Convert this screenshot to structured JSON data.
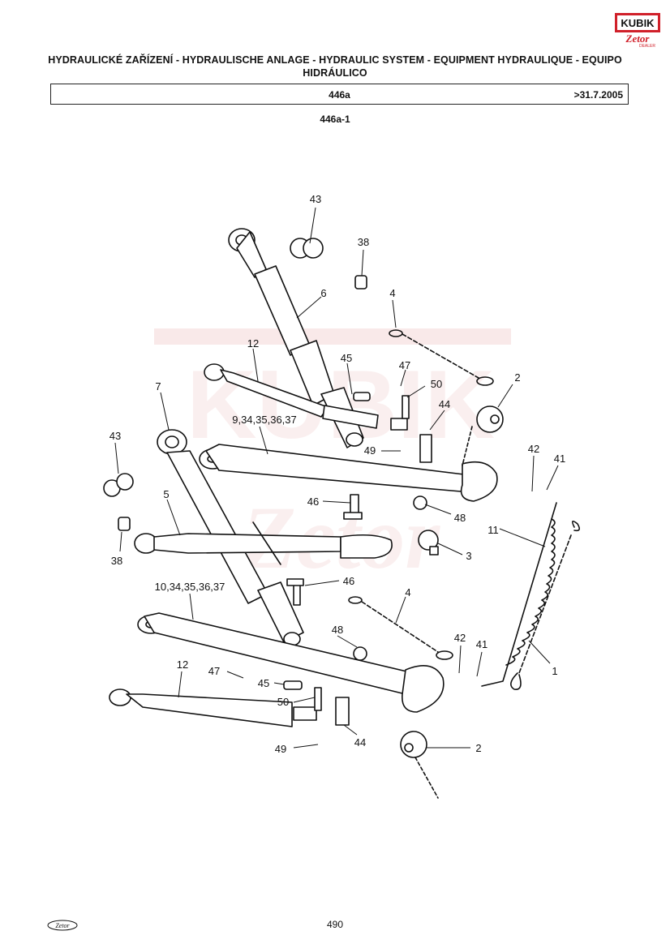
{
  "header": {
    "title": "HYDRAULICKÉ ZAŘÍZENÍ - HYDRAULISCHE ANLAGE - HYDRAULIC SYSTEM - EQUIPMENT HYDRAULIQUE - EQUIPO HIDRÁULICO",
    "group_code": "446a",
    "validity": ">31.7.2005",
    "figure_code": "446a-1"
  },
  "logo": {
    "brand_top": "KUBIK",
    "brand_bottom": "Zetor",
    "dealer": "DEALER"
  },
  "colors": {
    "logo_red": "#d0202a",
    "ink": "#111111",
    "watermark": "#f4d4d4"
  },
  "callouts": [
    {
      "id": "c1",
      "text": "43"
    },
    {
      "id": "c2",
      "text": "38"
    },
    {
      "id": "c3",
      "text": "6"
    },
    {
      "id": "c4",
      "text": "4"
    },
    {
      "id": "c5",
      "text": "12"
    },
    {
      "id": "c6",
      "text": "45"
    },
    {
      "id": "c7",
      "text": "47"
    },
    {
      "id": "c8",
      "text": "50"
    },
    {
      "id": "c9",
      "text": "2"
    },
    {
      "id": "c10",
      "text": "7"
    },
    {
      "id": "c11",
      "text": "9,34,35,36,37"
    },
    {
      "id": "c12",
      "text": "44"
    },
    {
      "id": "c13",
      "text": "49"
    },
    {
      "id": "c14",
      "text": "43"
    },
    {
      "id": "c15",
      "text": "42"
    },
    {
      "id": "c16",
      "text": "41"
    },
    {
      "id": "c17",
      "text": "46"
    },
    {
      "id": "c18",
      "text": "48"
    },
    {
      "id": "c19",
      "text": "5"
    },
    {
      "id": "c20",
      "text": "11"
    },
    {
      "id": "c21",
      "text": "3"
    },
    {
      "id": "c22",
      "text": "38"
    },
    {
      "id": "c23",
      "text": "46"
    },
    {
      "id": "c24",
      "text": "10,34,35,36,37"
    },
    {
      "id": "c25",
      "text": "4"
    },
    {
      "id": "c26",
      "text": "48"
    },
    {
      "id": "c27",
      "text": "42"
    },
    {
      "id": "c28",
      "text": "41"
    },
    {
      "id": "c29",
      "text": "12"
    },
    {
      "id": "c30",
      "text": "47"
    },
    {
      "id": "c31",
      "text": "45"
    },
    {
      "id": "c32",
      "text": "50"
    },
    {
      "id": "c33",
      "text": "1"
    },
    {
      "id": "c34",
      "text": "44"
    },
    {
      "id": "c35",
      "text": "49"
    },
    {
      "id": "c36",
      "text": "2"
    }
  ],
  "footer": {
    "page_number": "490"
  }
}
